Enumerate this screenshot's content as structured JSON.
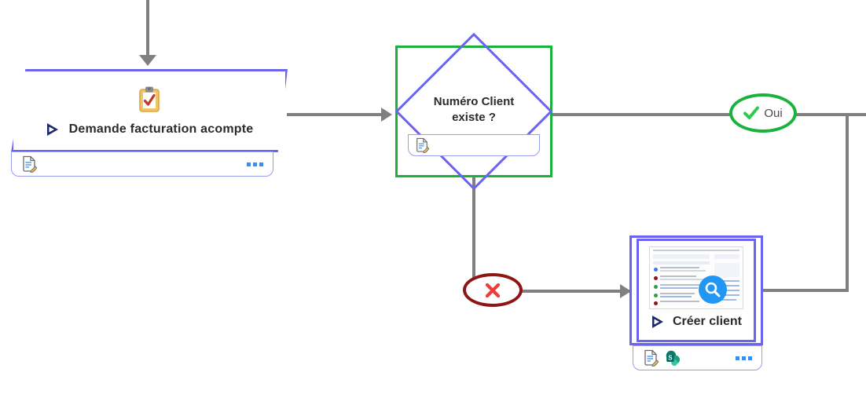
{
  "diagram": {
    "type": "process-flow",
    "background": "#ffffff",
    "connector_color": "#808080",
    "node_border_color": "#6c63f2",
    "selection_color": "#19b33c",
    "nodes": [
      {
        "id": "demande-facturation-acompte",
        "shape": "trapezoid",
        "title": "Demande facturation acompte",
        "header_icon": "clipboard-check-icon",
        "prefix_icon": "play-icon",
        "footer_icons": [
          "document-edit-icon"
        ],
        "footer_menu": "more-options-icon",
        "selected": false
      },
      {
        "id": "numero-client-existe",
        "shape": "diamond",
        "title_line1": "Numéro Client",
        "title_line2": "existe ?",
        "footer_icons": [
          "document-edit-icon"
        ],
        "selected": true,
        "selection_color": "#19b33c"
      },
      {
        "id": "creer-client",
        "shape": "rectangle",
        "title": "Créer client",
        "prefix_icon": "play-icon",
        "thumbnail_icon": "magnifier-icon",
        "footer_icons": [
          "document-edit-icon",
          "sharepoint-icon"
        ],
        "footer_menu": "more-options-icon",
        "selected": true,
        "selection_color": "#6c63f2"
      }
    ],
    "branches": [
      {
        "id": "branch-yes",
        "label": "Oui",
        "icon": "check-icon",
        "color": "#19b33c",
        "from": "numero-client-existe"
      },
      {
        "id": "branch-no",
        "label": "",
        "icon": "cross-icon",
        "color": "#8f1515",
        "from": "numero-client-existe"
      }
    ]
  },
  "labels": {
    "task1_title": "Demande facturation acompte",
    "decision_line1": "Numéro Client",
    "decision_line2": "existe ?",
    "task2_title": "Créer client",
    "branch_yes": "Oui",
    "branch_no": ""
  }
}
